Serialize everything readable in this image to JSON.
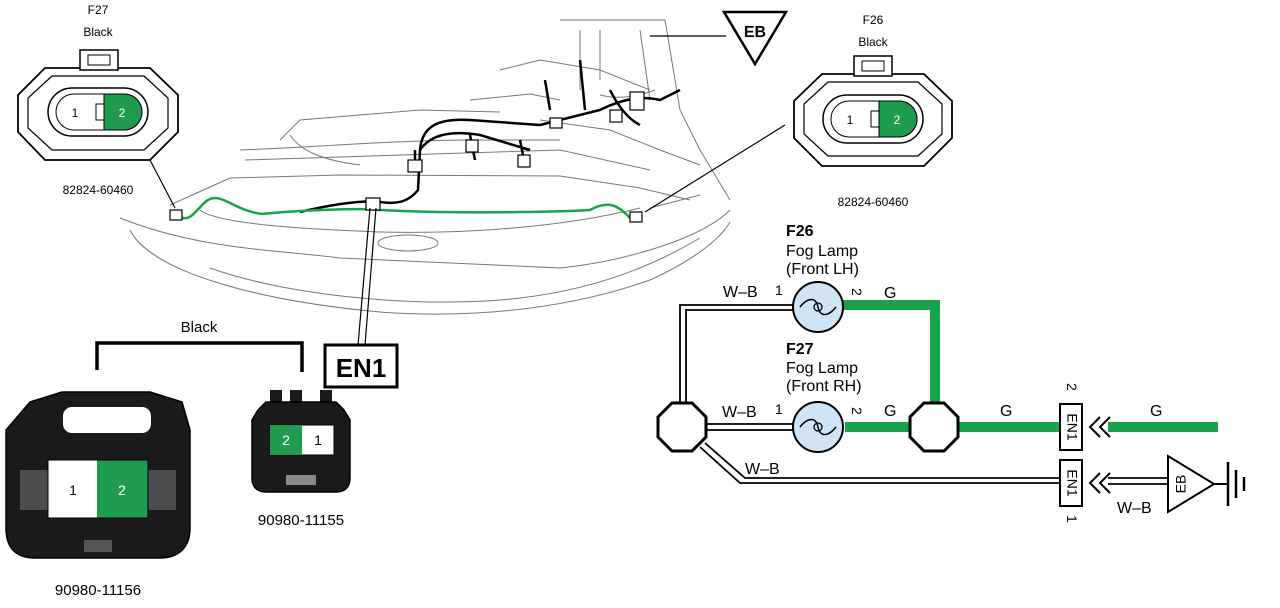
{
  "connectors": {
    "f27": {
      "name": "F27",
      "color": "Black",
      "part_number": "82824-60460",
      "pin1": "1",
      "pin2": "2"
    },
    "f26": {
      "name": "F26",
      "color": "Black",
      "part_number": "82824-60460",
      "pin1": "1",
      "pin2": "2"
    },
    "en1_large": {
      "part_number": "90980-11156",
      "pin1": "1",
      "pin2": "2"
    },
    "en1_small": {
      "part_number": "90980-11155",
      "pin1": "1",
      "pin2": "2"
    },
    "en1_group_color": "Black"
  },
  "labels": {
    "eb_symbol": "EB",
    "en1_callout": "EN1"
  },
  "schematic": {
    "f26": {
      "code": "F26",
      "line1": "Fog Lamp",
      "line2": "(Front LH)",
      "pin_left": "1",
      "pin_right": "2"
    },
    "f27": {
      "code": "F27",
      "line1": "Fog Lamp",
      "line2": "(Front RH)",
      "pin_left": "1",
      "pin_right": "2"
    },
    "wire_wb": "W–B",
    "wire_g": "G",
    "en1_box": "EN1",
    "en1_pin_top": "2",
    "en1_pin_bottom": "1",
    "ground_label": "EB"
  },
  "colors": {
    "wire_green": "#17a34a",
    "pin_green": "#1e9b4f",
    "lamp_fill": "#cfe4f5",
    "line_black": "#000000"
  }
}
